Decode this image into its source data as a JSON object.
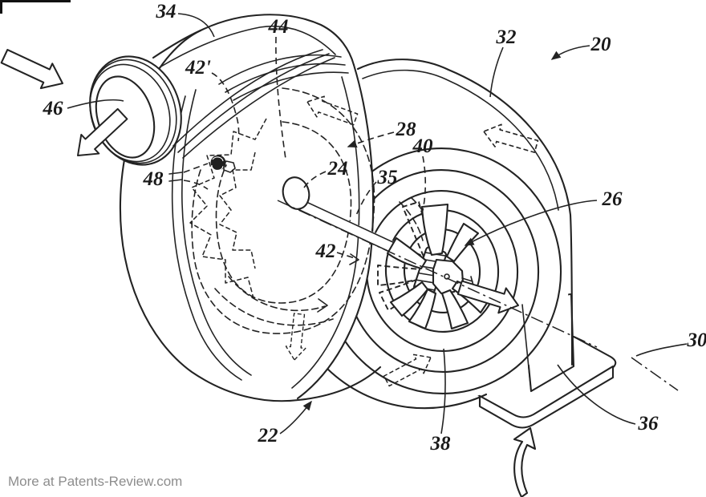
{
  "figure": {
    "kind": "patent-line-drawing",
    "subject": "isometric view of a fan/blower assembly with inlet duct, impeller, bladed wheel and pedestal base",
    "background": "#ffffff",
    "line_color": "#232323",
    "label_color": "#1a1a1a",
    "watermark": "More at Patents-Review.com",
    "watermark_color": "#8d8d8d"
  },
  "reference_labels": [
    {
      "text": "20"
    },
    {
      "text": "22"
    },
    {
      "text": "24"
    },
    {
      "text": "26"
    },
    {
      "text": "28"
    },
    {
      "text": "30"
    },
    {
      "text": "32"
    },
    {
      "text": "34"
    },
    {
      "text": "35"
    },
    {
      "text": "36"
    },
    {
      "text": "38"
    },
    {
      "text": "40"
    },
    {
      "text": "42"
    },
    {
      "text": "42'"
    },
    {
      "text": "44"
    },
    {
      "text": "46"
    },
    {
      "text": "48"
    }
  ],
  "flow_arrows": [
    {
      "name": "inlet-flow-arrow",
      "style": "solid-outline"
    },
    {
      "name": "inlet-exit-flow-arrow",
      "style": "solid-outline"
    },
    {
      "name": "outlet-flow-arrow",
      "style": "solid-outline"
    },
    {
      "name": "bottom-intake-arrow",
      "style": "solid-outline-curved"
    },
    {
      "name": "rotation-arrow-inner",
      "style": "dashed-outline"
    },
    {
      "name": "rotation-arrow-upper",
      "style": "dashed-outline"
    },
    {
      "name": "rotation-arrow-lower-left",
      "style": "dashed-outline"
    },
    {
      "name": "rotation-arrow-lower-right",
      "style": "dashed-outline"
    }
  ]
}
